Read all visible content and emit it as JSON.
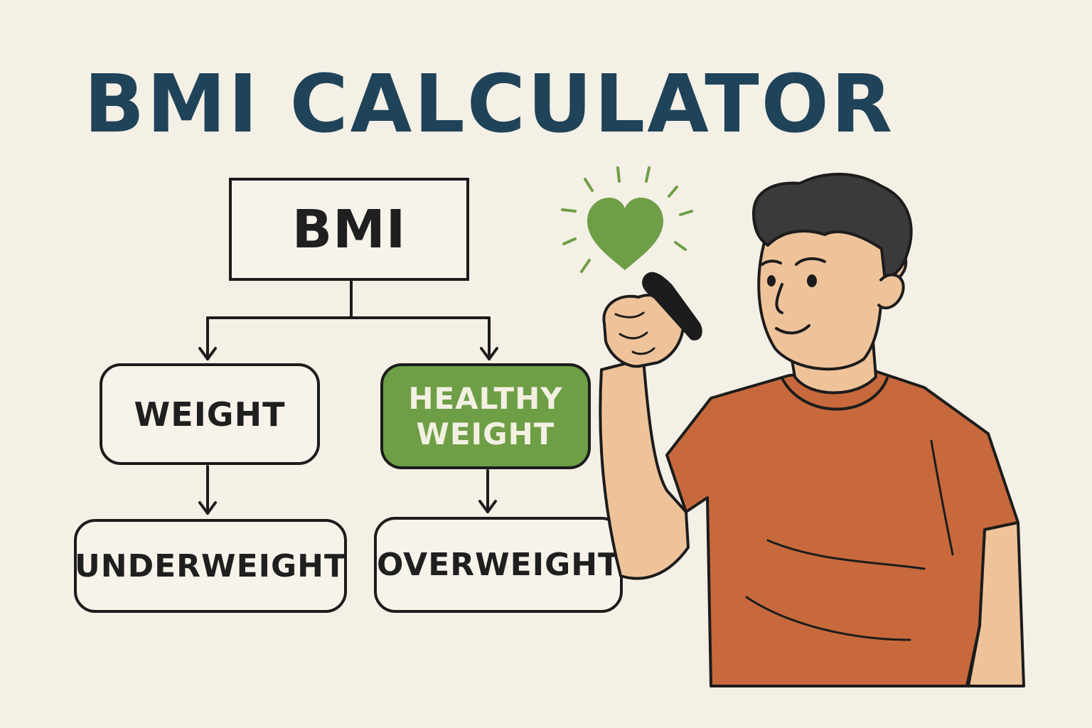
{
  "title": "BMI CALCULATOR",
  "diagram": {
    "root": "BMI",
    "left_branch": "WEIGHT",
    "right_branch": [
      "HEALTHY",
      "WEIGHT"
    ],
    "left_leaf": "UNDERWEIGHT",
    "right_leaf": "OVERWEIGHT"
  },
  "colors": {
    "title": "#1f4359",
    "accent_green": "#6e9e46",
    "shirt": "#c7693c",
    "skin": "#efc39a",
    "hair": "#3a3a3a",
    "background": "#f5f0e6",
    "outline": "#1c1c1c"
  },
  "icons": {
    "heart": "heart-icon",
    "marker": "marker-icon"
  }
}
